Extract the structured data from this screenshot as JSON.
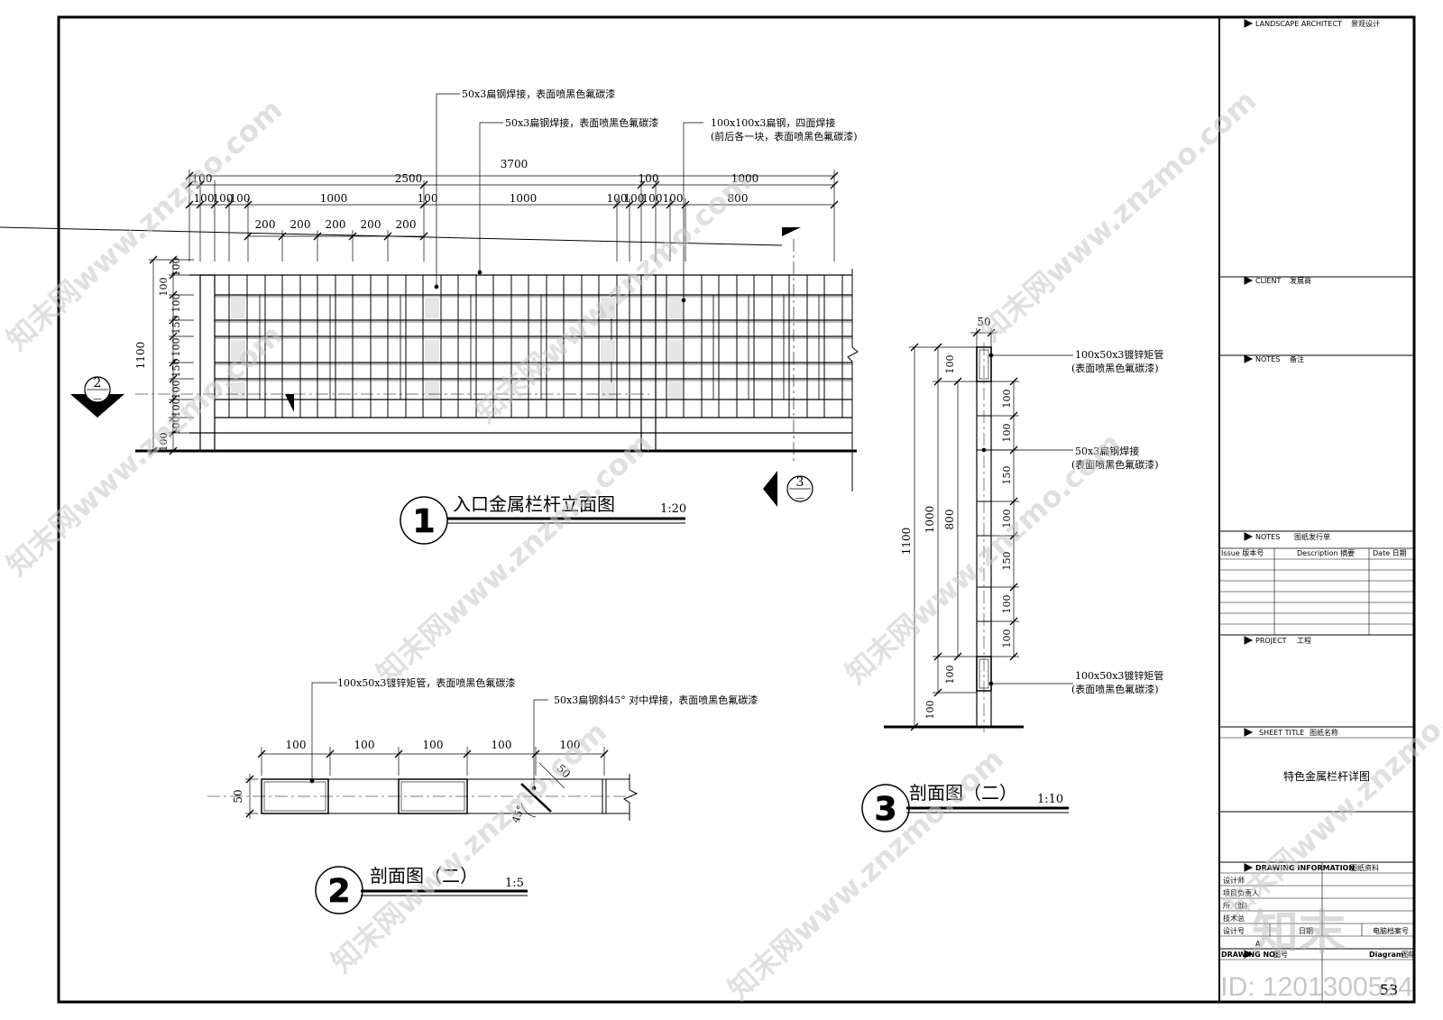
{
  "title_block": {
    "landscape_architect": "LANDSCAPE ARCHITECT",
    "landscape_architect_cn": "景观设计",
    "client": "CLIENT",
    "client_cn": "发展商",
    "notes": "NOTES",
    "notes_cn": "备注",
    "notes2": "NOTES",
    "notes2_cn": "图纸发行单",
    "issue_col": "Issue 版本号",
    "description_col": "Description 摘要",
    "date_col": "Date 日期",
    "project": "PROJECT",
    "project_cn": "工程",
    "sheet_title": "SHEET TITLE",
    "sheet_title_cn": "图纸名称",
    "sheet_name": "特色金属栏杆详图",
    "drawing_info": "DRAWING INFORMATION",
    "drawing_info_cn": "图纸资料",
    "designer": "设计师",
    "project_leader": "项目负责人",
    "dept": "所（部)",
    "tech_lead": "技术总",
    "design_no": "设计号",
    "date_lbl": "日期",
    "computer_no": "电脑档案号",
    "size_a": "A",
    "drawing_no": "DRAWING NO.",
    "drawing_no_cn": "图号",
    "diagram": "Diagram",
    "diagram_cn": "图幅",
    "sheet_no": "53"
  },
  "elevation": {
    "title": "入口金属栏杆立面图",
    "number": "1",
    "scale": "1:20",
    "callouts": [
      "50x3扁钢焊接，表面喷黑色氟碳漆",
      "50x3扁钢焊接，表面喷黑色氟碳漆",
      "100x100x3扁钢，四面焊接",
      "(前后各一块，表面喷黑色氟碳漆)"
    ],
    "dim_top": "3700",
    "dim_row2": [
      "100",
      "2500",
      "100",
      "1000"
    ],
    "dim_row3": [
      "100",
      "100",
      "100",
      "1000",
      "100",
      "1000",
      "100",
      "100",
      "100",
      "100",
      "800"
    ],
    "dim_row4": [
      "200",
      "200",
      "200",
      "200",
      "200"
    ],
    "dim_left_total": "1100",
    "dim_left": [
      "100",
      "100",
      "100",
      "150",
      "100",
      "150",
      "100",
      "100",
      "100",
      "100"
    ],
    "section_mark_2": {
      "num": "2",
      "sheet": "—"
    },
    "section_mark_3": {
      "num": "3",
      "sheet": "—"
    }
  },
  "section3": {
    "title": "剖面图（二）",
    "number": "3",
    "scale": "1:10",
    "dim_top": "50",
    "dim_total": "1100",
    "dim_mid": "1000",
    "dim_inner": "800",
    "dim_left": [
      "100",
      "100",
      "100"
    ],
    "dim_right": [
      "100",
      "100",
      "150",
      "100",
      "150",
      "100",
      "100"
    ],
    "callouts": [
      "100x50x3镀锌矩管",
      "(表面喷黑色氟碳漆)",
      "50x3扁钢焊接",
      "(表面喷黑色氟碳漆)",
      "100x50x3镀锌矩管",
      "(表面喷黑色氟碳漆)"
    ]
  },
  "section2": {
    "title": "剖面图（二）",
    "number": "2",
    "scale": "1:5",
    "dims": [
      "100",
      "100",
      "100",
      "100",
      "100"
    ],
    "dim_height": "50",
    "dim_diag": "50",
    "angle": "45°",
    "callouts": [
      "100x50x3镀锌矩管，表面喷黑色氟碳漆",
      "50x3扁钢斜45° 对中焊接，表面喷黑色氟碳漆"
    ]
  },
  "watermark": {
    "text": "知末网www.znzmo.com",
    "logo": "知末",
    "id": "ID: 1201300524"
  }
}
